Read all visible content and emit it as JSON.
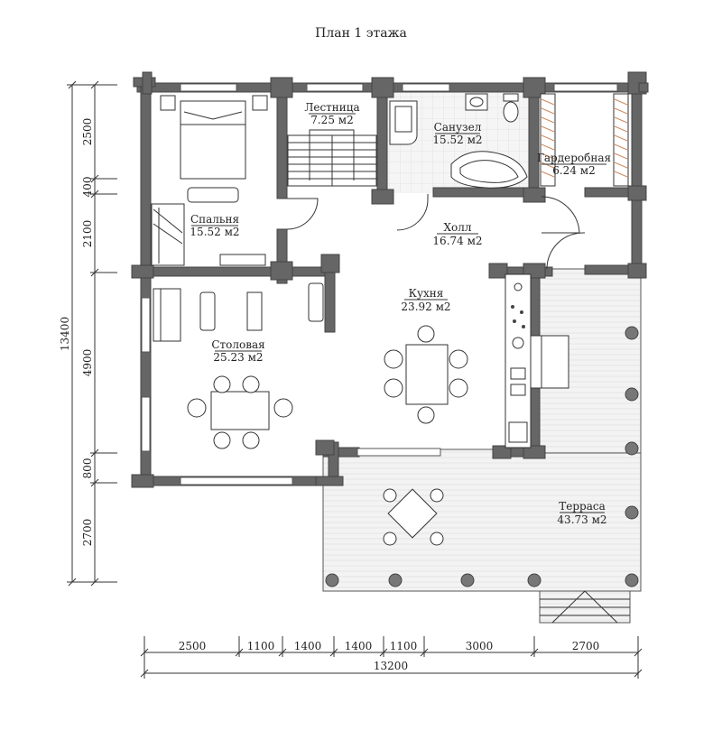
{
  "title": "План 1 этажа",
  "rooms": {
    "stair": {
      "name": "Лестница",
      "area": "7.25 м2"
    },
    "bath": {
      "name": "Санузел",
      "area": "15.52 м2"
    },
    "wardrobe": {
      "name": "Гардеробная",
      "area": "6.24 м2"
    },
    "bedroom": {
      "name": "Спальня",
      "area": "15.52 м2"
    },
    "hall": {
      "name": "Холл",
      "area": "16.74 м2"
    },
    "kitchen": {
      "name": "Кухня",
      "area": "23.92 м2"
    },
    "dining": {
      "name": "Столовая",
      "area": "25.23 м2"
    },
    "terrace": {
      "name": "Терраса",
      "area": "43.73 м2"
    }
  },
  "dims_left": {
    "total": "13400",
    "segments": [
      "2500",
      "400",
      "2100",
      "4900",
      "800",
      "2700"
    ]
  },
  "dims_bottom": {
    "total": "13200",
    "segments": [
      "2500",
      "1100",
      "1400",
      "1400",
      "1100",
      "3000",
      "2700"
    ]
  }
}
